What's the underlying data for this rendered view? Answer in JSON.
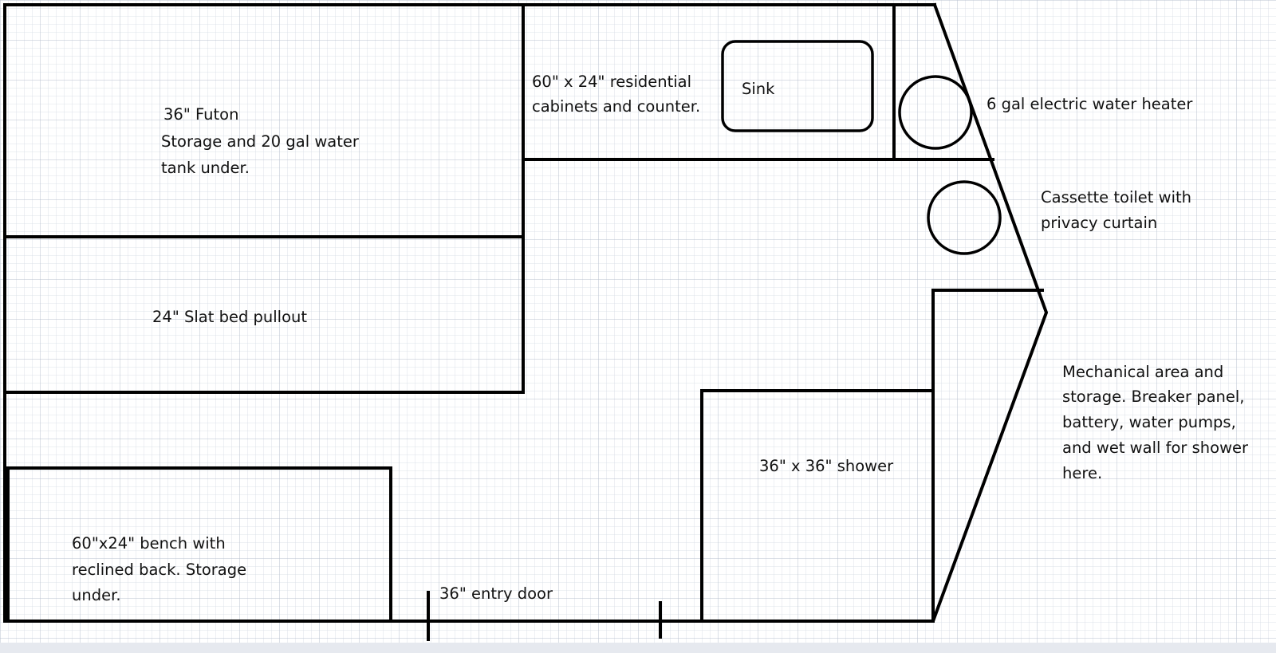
{
  "labels": {
    "futon": [
      "36\" Futon",
      "Storage and 20 gal water",
      "tank under."
    ],
    "cabinets": [
      "60\" x 24\" residential",
      "cabinets and counter."
    ],
    "sink": "Sink",
    "water_heater": "6 gal electric water heater",
    "toilet": [
      "Cassette toilet with",
      "privacy curtain"
    ],
    "slat_bed": "24\" Slat bed pullout",
    "mechanical": [
      "Mechanical area and",
      "storage. Breaker panel,",
      "battery, water pumps,",
      "and wet wall for shower",
      "here."
    ],
    "shower": "36\" x 36\" shower",
    "bench": [
      "60\"x24\" bench with",
      "reclined back. Storage",
      "under."
    ],
    "entry_door": "36\" entry door"
  },
  "colors": {
    "grid_minor": "#d4dae4",
    "grid_major": "#b9c1cf",
    "line": "#000000",
    "text": "#111111",
    "page_background": "#ffffff",
    "bottom_bar": "#e6e9ef"
  }
}
